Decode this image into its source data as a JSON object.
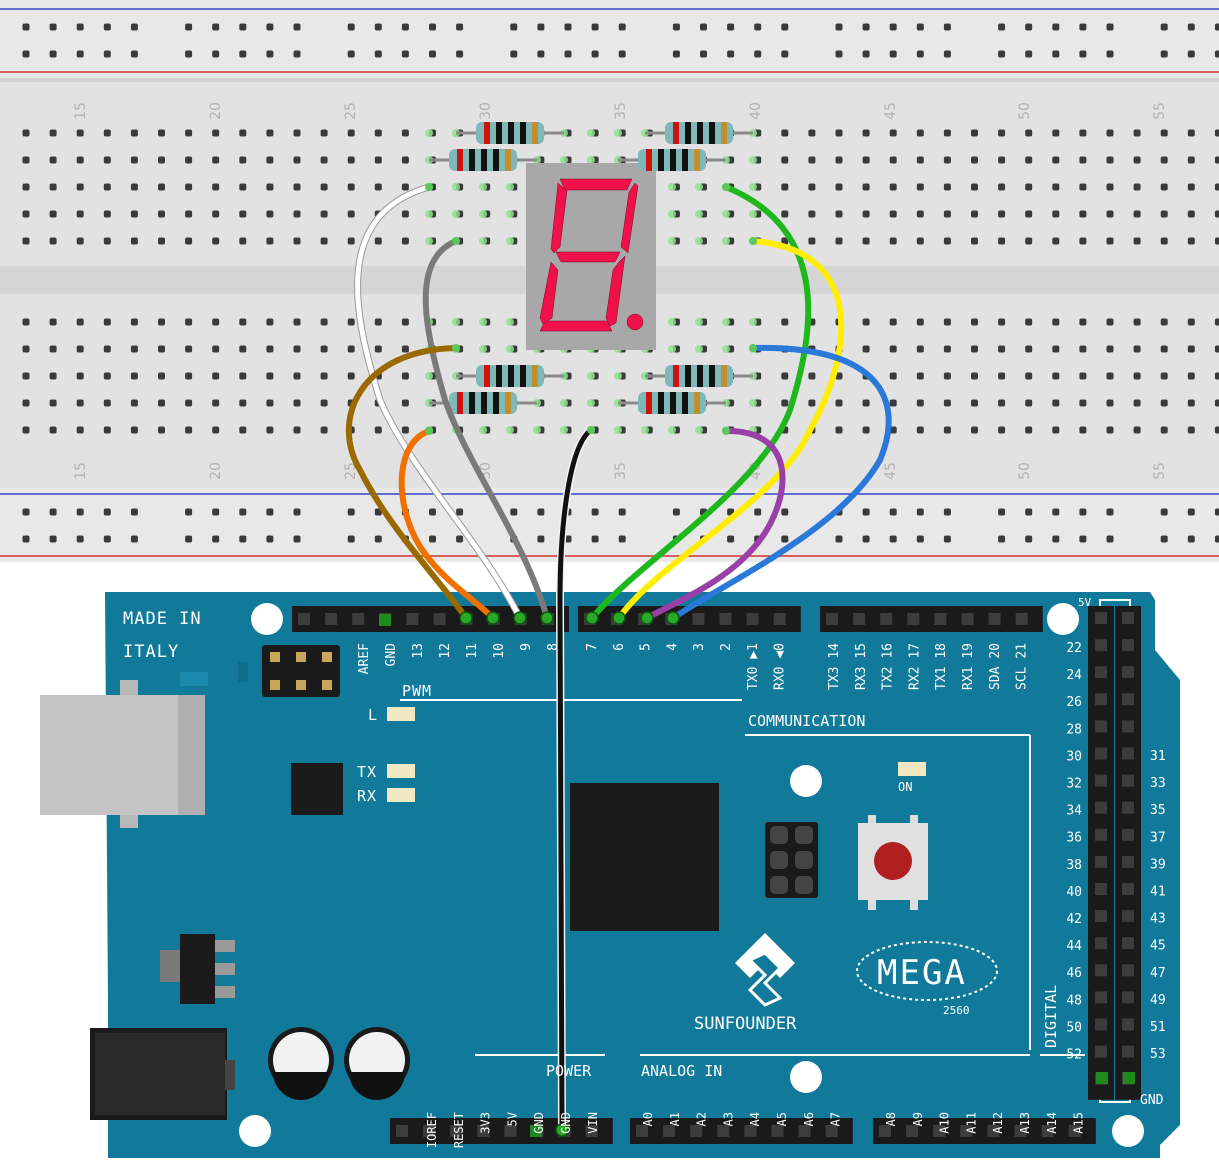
{
  "breadboard": {
    "column_numbers": [
      "15",
      "20",
      "25",
      "30",
      "35",
      "40",
      "45",
      "50",
      "55"
    ]
  },
  "board": {
    "made_in_1": "MADE IN",
    "made_in_2": "ITALY",
    "header_top_pwm": [
      "AREF",
      "GND",
      "13",
      "12",
      "11",
      "10",
      "9",
      "8"
    ],
    "header_top_digital": [
      "7",
      "6",
      "5",
      "4",
      "3",
      "2",
      "TX0 ▶1",
      "RX0 ◀0"
    ],
    "header_top_comm": [
      "TX3 14",
      "RX3 15",
      "TX2 16",
      "RX2 17",
      "TX1 18",
      "RX1 19",
      "SDA 20",
      "SCL 21"
    ],
    "pwm_label": "PWM",
    "communication_label": "COMMUNICATION",
    "led_l": "L",
    "led_tx": "TX",
    "led_rx": "RX",
    "led_on": "ON",
    "brand": "SUNFOUNDER",
    "model": "MEGA",
    "model_sub": "2560",
    "power_label": "POWER",
    "analog_label": "ANALOG IN",
    "digital_label": "DIGITAL",
    "power_pins": [
      "IOREF",
      "RESET",
      "3V3",
      "5V",
      "GND",
      "GND",
      "VIN"
    ],
    "analog_pins": [
      "A0",
      "A1",
      "A2",
      "A3",
      "A4",
      "A5",
      "A6",
      "A7",
      "A8",
      "A9",
      "A10",
      "A11",
      "A12",
      "A13",
      "A14",
      "A15"
    ],
    "right_pins_left": [
      "22",
      "24",
      "26",
      "28",
      "30",
      "32",
      "34",
      "36",
      "38",
      "40",
      "42",
      "44",
      "46",
      "48",
      "50",
      "52"
    ],
    "right_pins_right": [
      "31",
      "33",
      "35",
      "37",
      "39",
      "41",
      "43",
      "45",
      "47",
      "49",
      "51",
      "53"
    ],
    "label_5v": "5V",
    "label_gnd": "GND"
  },
  "colors": {
    "board": "#117a9b",
    "breadboard": "#e2e2e2",
    "segment": "#f0104a",
    "wire_white": "#ffffff",
    "wire_gray": "#808080",
    "wire_brown": "#9a6a00",
    "wire_orange": "#f07000",
    "wire_black": "#111111",
    "wire_green": "#1eb81e",
    "wire_yellow": "#ffee00",
    "wire_purple": "#9b3fa8",
    "wire_blue": "#2a78d8"
  }
}
